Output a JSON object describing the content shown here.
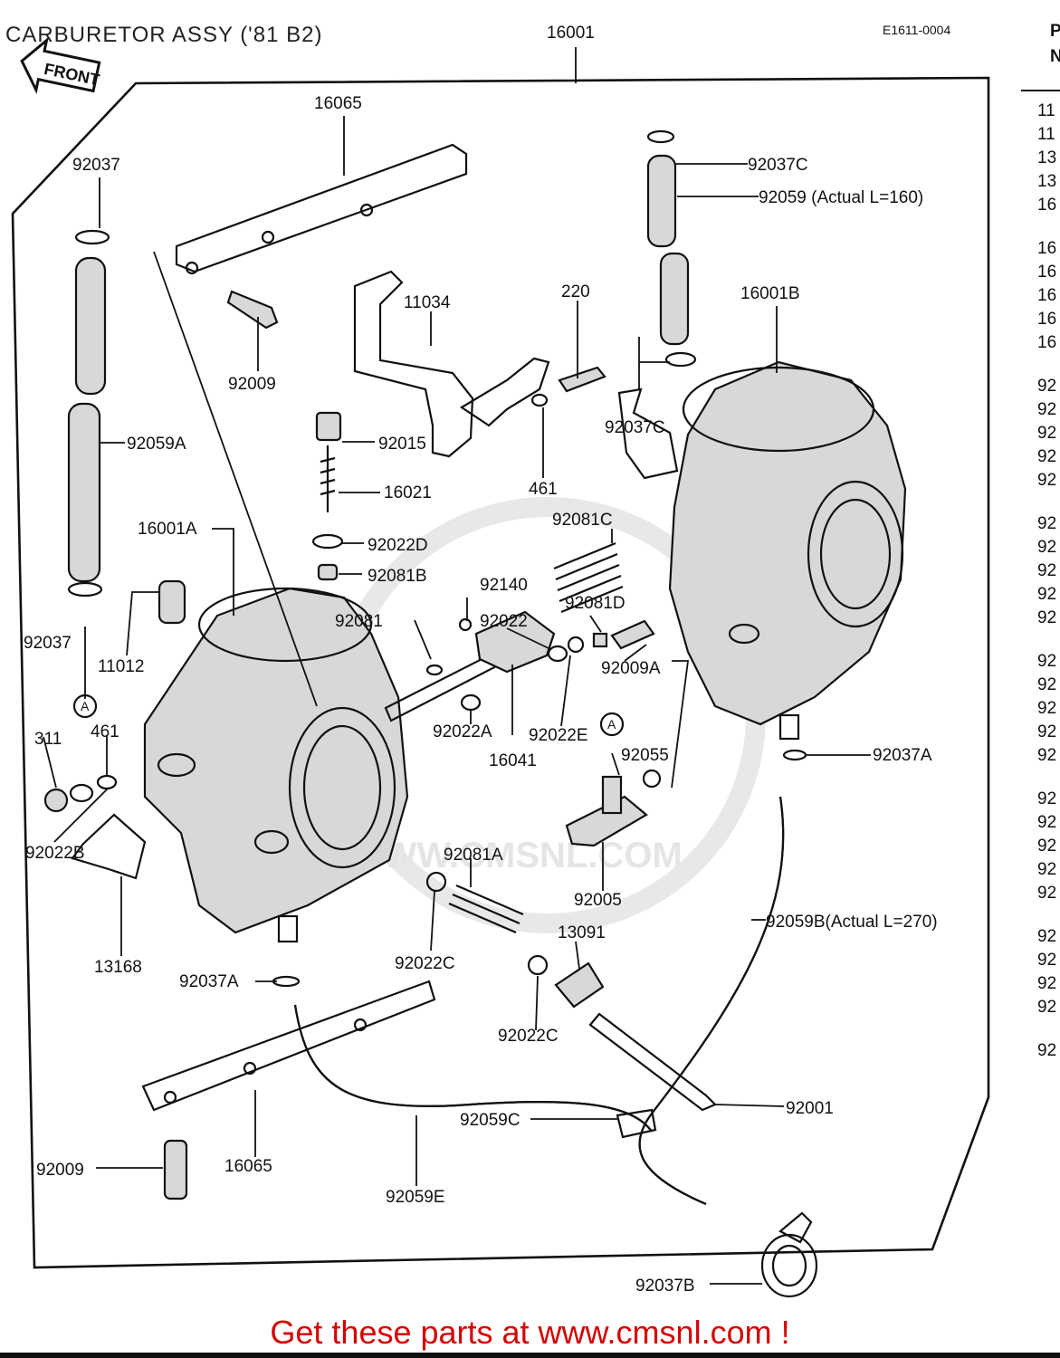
{
  "title": "CARBURETOR ASSY ('81 B2)",
  "diagram_code": "E1611-0004",
  "front_badge": "FRONT",
  "watermark": "WWW.CMSNL.COM",
  "callout_marker": "A",
  "callouts": {
    "c16001": "16001",
    "c16065_top": "16065",
    "c16065_bottom": "16065",
    "c92037_top": "92037",
    "c92037_mid": "92037",
    "c92009_top": "92009",
    "c92009_bottom": "92009",
    "c11034": "11034",
    "c220": "220",
    "c92037C_top": "92037C",
    "c92037C_mid": "92037C",
    "c92059_actual": "92059 (Actual  L=160)",
    "c16001B": "16001B",
    "c92059A": "92059A",
    "c92015": "92015",
    "c16021": "16021",
    "c461_top": "461",
    "c461_left": "461",
    "c16001A": "16001A",
    "c92022D": "92022D",
    "c92081C": "92081C",
    "c92081B": "92081B",
    "c92140": "92140",
    "c92081D": "92081D",
    "c92081": "92081",
    "c92022": "92022",
    "c11012": "11012",
    "c92009A": "92009A",
    "c311": "311",
    "c92022A": "92022A",
    "c92022E": "92022E",
    "c92055": "92055",
    "c92037A_right": "92037A",
    "c92037A_left": "92037A",
    "c16041": "16041",
    "c92022B": "92022B",
    "c92081A": "92081A",
    "c92005": "92005",
    "c13091": "13091",
    "c92059B": "92059B(Actual  L=270)",
    "c13168": "13168",
    "c92022C_left": "92022C",
    "c92022C_right": "92022C",
    "c92001": "92001",
    "c92059C": "92059C",
    "c92059E": "92059E",
    "c92037B": "92037B"
  },
  "side_column": {
    "header_top": "P",
    "header_bottom": "N",
    "rows": [
      "11",
      "11",
      "13",
      "13",
      "16",
      "16",
      "16",
      "16",
      "16",
      "16",
      "92",
      "92",
      "92",
      "92",
      "92",
      "92",
      "92",
      "92",
      "92",
      "92",
      "92",
      "92",
      "92",
      "92",
      "92",
      "92",
      "92",
      "92",
      "92",
      "92",
      "92",
      "92",
      "92",
      "92",
      "92"
    ]
  },
  "footer_banner": "Get these parts at www.cmsnl.com !"
}
